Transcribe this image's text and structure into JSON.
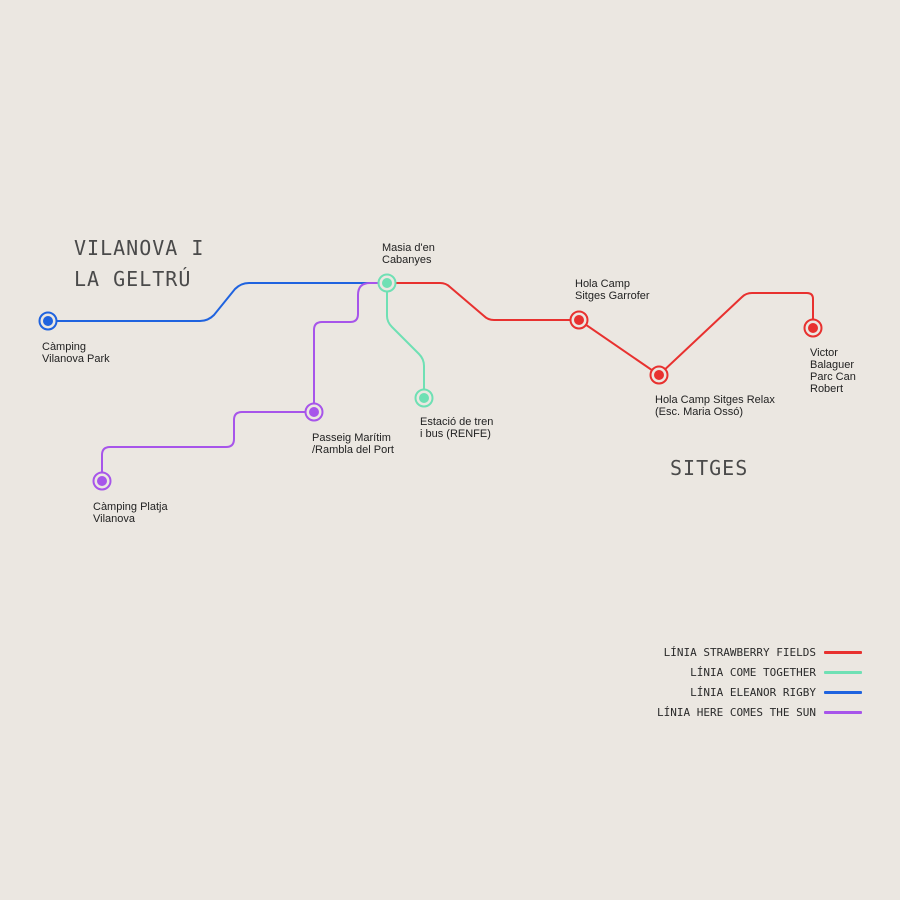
{
  "colors": {
    "strawberry": "#e8312f",
    "come_together": "#6fe0b4",
    "eleanor": "#1f63df",
    "here_comes_sun": "#a755ea",
    "background": "#ebe7e1"
  },
  "cities": {
    "vilanova": "VILANOVA I\nLA GELTRÚ",
    "sitges": "SITGES"
  },
  "stops": {
    "camping_vilanova_park": "Càmping\nVilanova Park",
    "masia": "Masia d'en\nCabanyes",
    "hola_garrofer": "Hola Camp\nSitges Garrofer",
    "victor_balaguer": "Victor\nBalaguer\nParc Can\nRobert",
    "hola_relax": "Hola Camp Sitges Relax\n(Esc. Maria Ossó)",
    "estacio": "Estació de tren\ni bus (RENFE)",
    "passeig": "Passeig Marítim\n/Rambla del Port",
    "camping_platja": "Càmping Platja\nVilanova"
  },
  "legend": [
    {
      "label": "LÍNIA STRAWBERRY FIELDS",
      "color": "#e8312f"
    },
    {
      "label": "LÍNIA COME TOGETHER",
      "color": "#6fe0b4"
    },
    {
      "label": "LÍNIA ELEANOR RIGBY",
      "color": "#1f63df"
    },
    {
      "label": "LÍNIA HERE COMES THE SUN",
      "color": "#a755ea"
    }
  ]
}
